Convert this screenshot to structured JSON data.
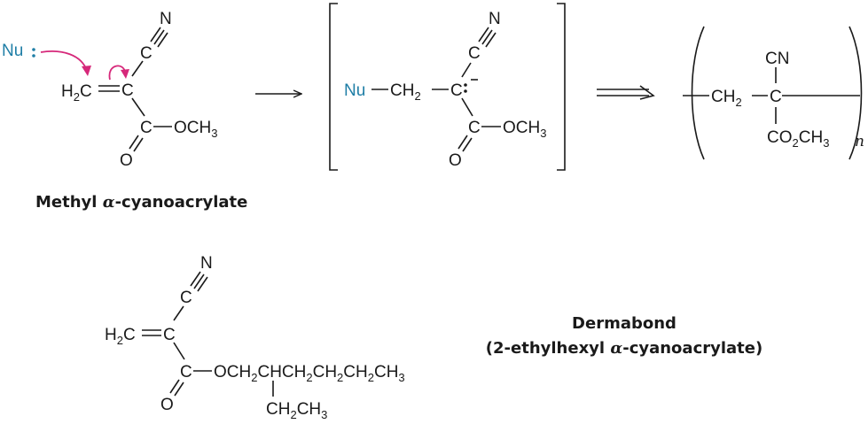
{
  "captions": {
    "methyl_prefix": "Methyl ",
    "alpha": "α",
    "methyl_suffix": "-cyanoacrylate",
    "dermabond_title": "Dermabond",
    "dermabond_prefix": "(2-ethylhexyl ",
    "dermabond_alpha": "α",
    "dermabond_suffix": "-cyanoacrylate)"
  },
  "labels": {
    "nu": "Nu",
    "n": "N",
    "c": "C",
    "o": "O",
    "h": "H",
    "och": "OCH",
    "ch": "CH",
    "cn": "CN",
    "co": "CO",
    "sub2": "2",
    "sub3": "3",
    "repeat_n": "n",
    "och2chchch2ch2ch2ch3_a": "OCH",
    "och2chchch2ch2ch2ch3_b": "CHCH",
    "ethyl": "CH"
  },
  "colors": {
    "nucleophile": "#1f7ea6",
    "arrow_curly": "#d6287a",
    "ink": "#1a1a1a"
  }
}
